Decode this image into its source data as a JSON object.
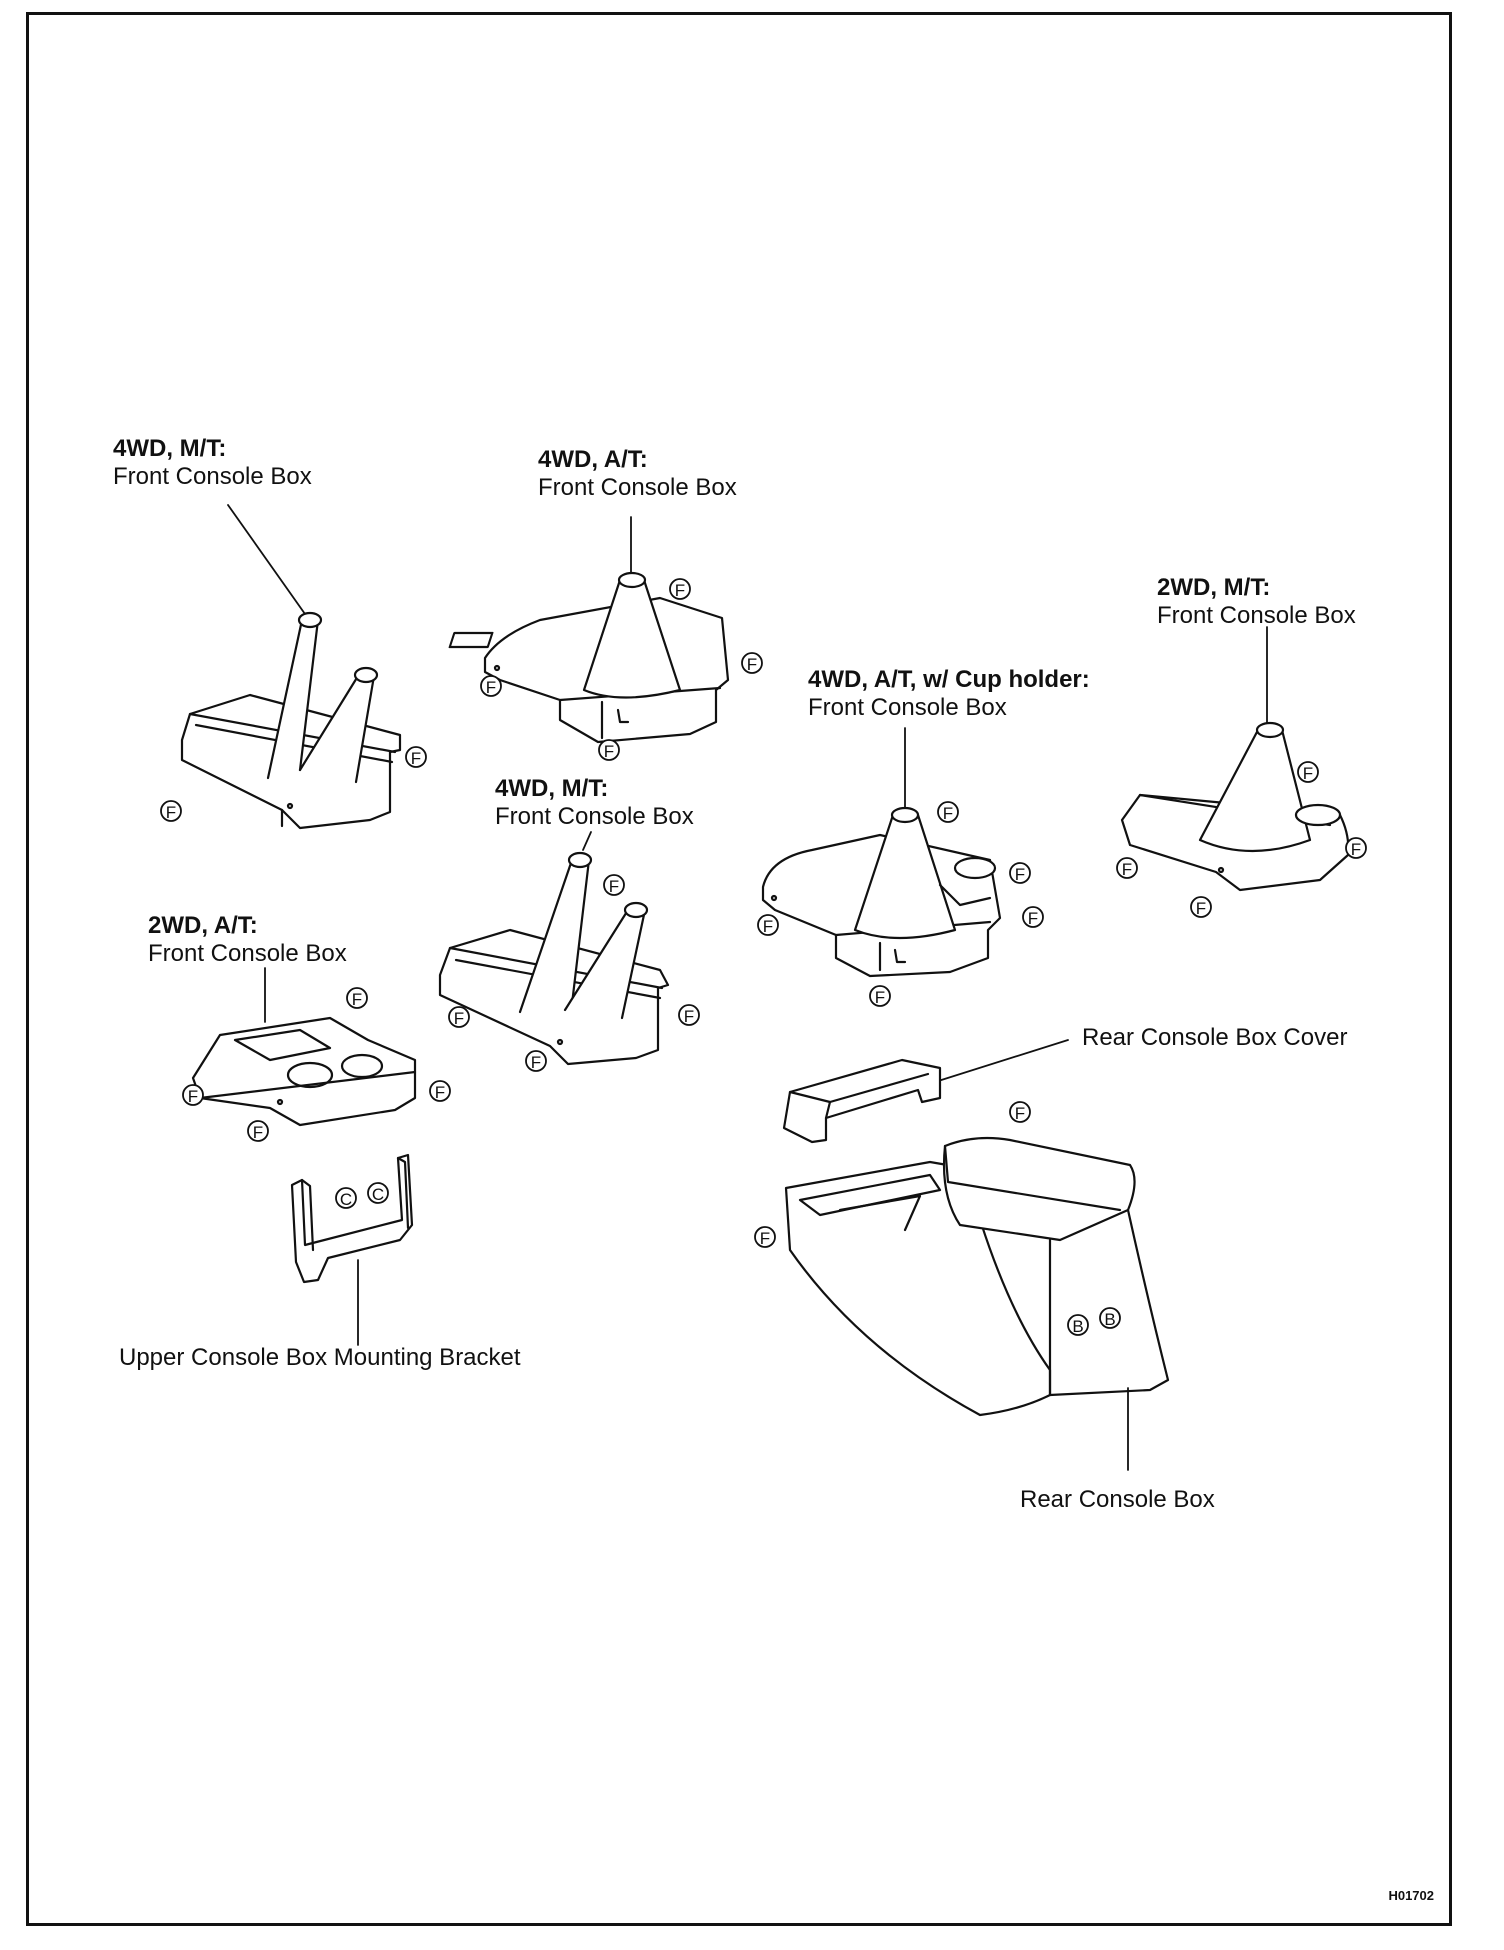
{
  "labels": {
    "fc_4wd_mt_1": {
      "variant": "4WD, M/T:",
      "name": "Front Console Box"
    },
    "fc_4wd_at": {
      "variant": "4WD, A/T:",
      "name": "Front Console Box"
    },
    "fc_2wd_mt": {
      "variant": "2WD, M/T:",
      "name": "Front Console Box"
    },
    "fc_4wd_at_cup": {
      "variant": "4WD, A/T, w/ Cup holder:",
      "name": "Front Console Box"
    },
    "fc_4wd_mt_2": {
      "variant": "4WD, M/T:",
      "name": "Front Console Box"
    },
    "fc_2wd_at": {
      "variant": "2WD, A/T:",
      "name": "Front Console Box"
    },
    "rear_cover": "Rear Console Box Cover",
    "bracket": "Upper Console Box Mounting Bracket",
    "rear_box": "Rear Console Box"
  },
  "clip_codes": {
    "f": "F",
    "c": "C",
    "b": "B"
  },
  "figure_code": "H01702"
}
